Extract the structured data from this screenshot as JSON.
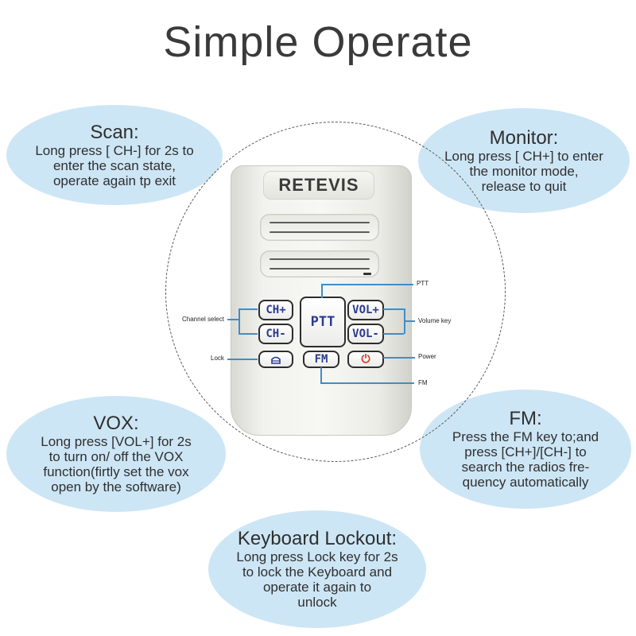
{
  "title": "Simple Operate",
  "bubbles": {
    "scan": {
      "heading": "Scan:",
      "lines": [
        "Long press [ CH-] for 2s to",
        "enter the scan state,",
        "operate again tp exit"
      ]
    },
    "monitor": {
      "heading": "Monitor:",
      "lines": [
        "Long press [ CH+] to enter",
        "the monitor mode,",
        "release to quit"
      ]
    },
    "vox": {
      "heading": "VOX:",
      "lines": [
        "Long press [VOL+] for 2s",
        "to turn on/ off the VOX",
        "function(firtly set the vox",
        "open by the software)"
      ]
    },
    "fm": {
      "heading": "FM:",
      "lines": [
        "Press the FM key to;and",
        "press [CH+]/[CH-] to",
        "search the radios fre-",
        "quency automatically"
      ]
    },
    "keyboard": {
      "heading": "Keyboard Lockout:",
      "lines": [
        "Long press Lock key for 2s",
        "to lock the Keyboard and",
        "operate it again to",
        "unlock"
      ]
    }
  },
  "device": {
    "brand": "RETEVIS",
    "keys": {
      "ch_plus": "CH+",
      "ch_minus": "CH-",
      "ptt": "PTT",
      "vol_plus": "VOL+",
      "vol_minus": "VOL-",
      "fm": "FM",
      "power": "⏻",
      "lock": "lock-icon"
    }
  },
  "callouts": {
    "ptt": "PTT",
    "channel": "Channel select",
    "volume": "Volume key",
    "lock": "Lock",
    "power": "Power",
    "fm": "FM"
  },
  "colors": {
    "bubble": "#cde6f5",
    "key_text": "#2a3b8e",
    "power": "#d9342b",
    "callout_line": "#3e8ec9"
  }
}
